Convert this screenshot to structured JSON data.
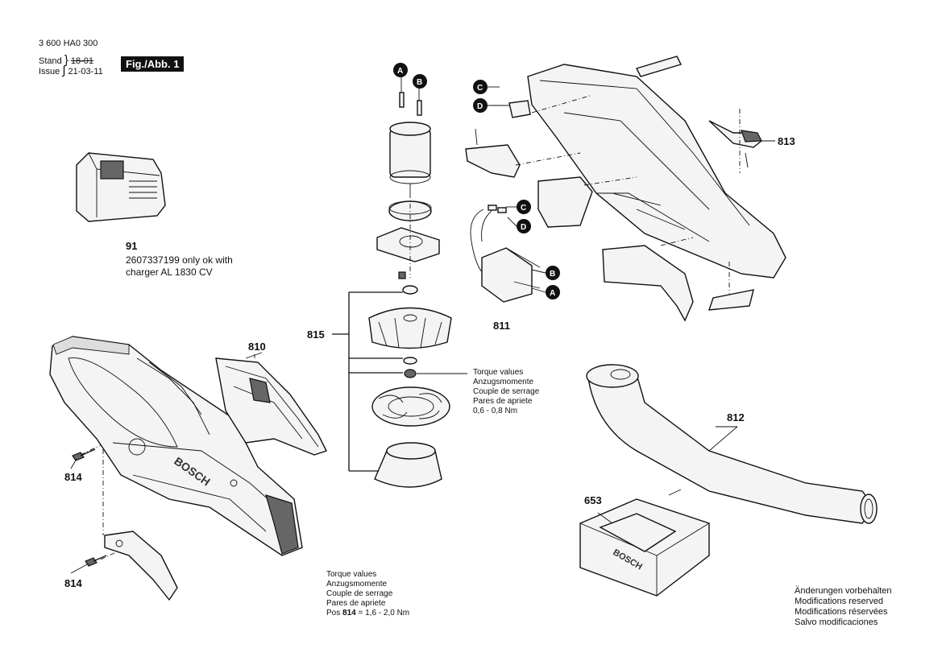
{
  "header": {
    "doc_number": "3 600 HA0 300",
    "stand_label": "Stand",
    "stand_date": "18-01",
    "issue_label": "Issue",
    "issue_date": "21-03-11",
    "figure_label": "Fig./Abb. 1"
  },
  "parts": {
    "p91": {
      "number": "91",
      "note_line1": "2607337199 only ok with",
      "note_line2": "charger AL 1830 CV"
    },
    "p653": {
      "number": "653"
    },
    "p810": {
      "number": "810"
    },
    "p811": {
      "number": "811"
    },
    "p812": {
      "number": "812"
    },
    "p813": {
      "number": "813"
    },
    "p814a": {
      "number": "814"
    },
    "p814b": {
      "number": "814"
    },
    "p815": {
      "number": "815"
    }
  },
  "connectors": [
    "A",
    "B",
    "C",
    "D"
  ],
  "torque_nut": {
    "lines": [
      "Torque values",
      "Anzugsmomente",
      "Couple de serrage",
      "Pares de apriete",
      "0,6 - 0,8 Nm"
    ]
  },
  "torque_screw": {
    "lines": [
      "Torque values",
      "Anzugsmomente",
      "Couple de serrage",
      "Pares de apriete"
    ],
    "pos_prefix": "Pos",
    "pos_part": "814",
    "pos_value": "= 1,6 - 2,0 Nm"
  },
  "disclaimer": {
    "lines": [
      "Änderungen vorbehalten",
      "Modifications reserved",
      "Modifications réservées",
      "Salvo modificaciones"
    ]
  },
  "brand": "BOSCH"
}
